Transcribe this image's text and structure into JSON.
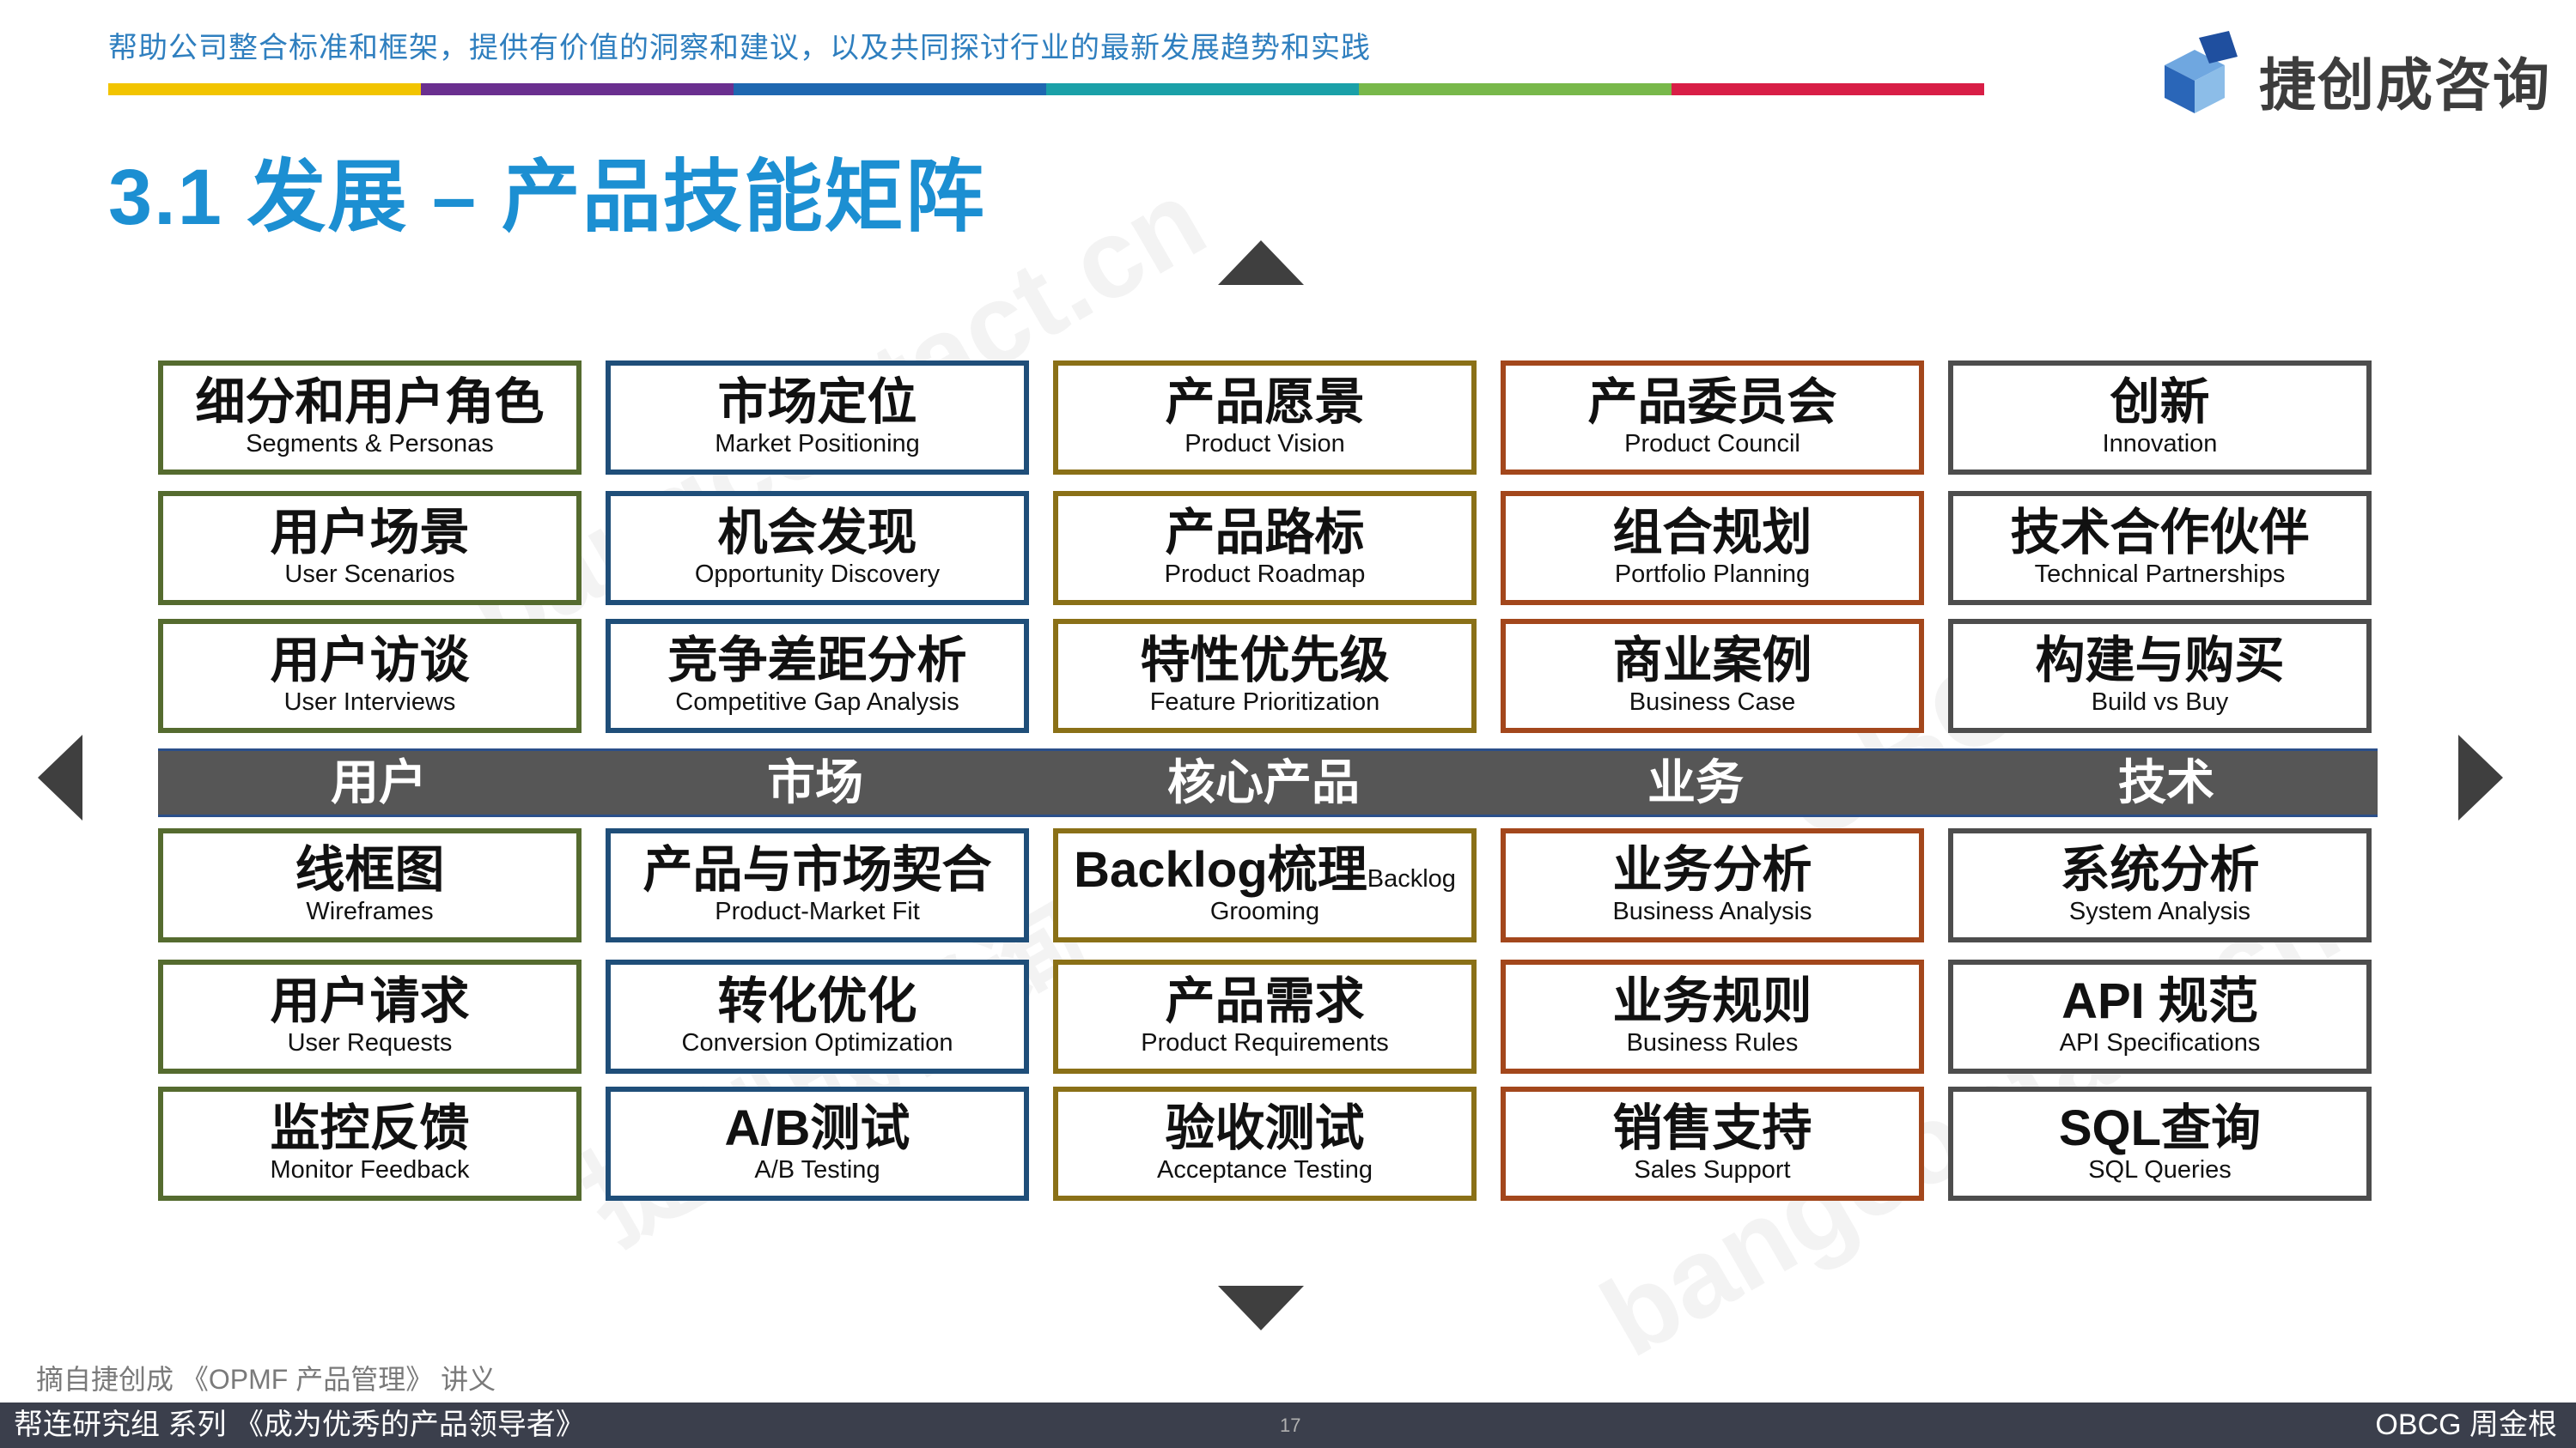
{
  "header": {
    "tagline": "帮助公司整合标准和框架，提供有价值的洞察和建议，以及共同探讨行业的最新发展趋势和实践",
    "color_bar": [
      "#f2c400",
      "#6a2f8f",
      "#1e67b0",
      "#1aa0a8",
      "#78b84a",
      "#d81e46"
    ],
    "logo_text": "捷创成咨询",
    "logo_icon": "blue-cube-logo",
    "title": "3.1 发展 – 产品技能矩阵"
  },
  "watermarks": [
    "bangcontact.cn",
    "捷创成咨询",
    "OBCG",
    "bangcontact.cn"
  ],
  "axis": {
    "labels": [
      "用户",
      "市场",
      "核心产品",
      "业务",
      "技术"
    ]
  },
  "column_colors": [
    "#556b2f",
    "#1f4e79",
    "#8a7017",
    "#a3471c",
    "#4d4d4d"
  ],
  "columns": [
    {
      "name": "用户",
      "upper": [
        {
          "cn": "细分和用户角色",
          "en": "Segments & Personas"
        },
        {
          "cn": "用户场景",
          "en": "User Scenarios"
        },
        {
          "cn": "用户访谈",
          "en": "User Interviews"
        }
      ],
      "lower": [
        {
          "cn": "线框图",
          "en": "Wireframes"
        },
        {
          "cn": "用户请求",
          "en": "User Requests"
        },
        {
          "cn": "监控反馈",
          "en": "Monitor Feedback"
        }
      ]
    },
    {
      "name": "市场",
      "upper": [
        {
          "cn": "市场定位",
          "en": "Market Positioning"
        },
        {
          "cn": "机会发现",
          "en": "Opportunity Discovery"
        },
        {
          "cn": "竞争差距分析",
          "en": "Competitive Gap Analysis"
        }
      ],
      "lower": [
        {
          "cn": "产品与市场契合",
          "en": "Product-Market Fit"
        },
        {
          "cn": "转化优化",
          "en": "Conversion Optimization"
        },
        {
          "cn": "A/B测试",
          "en": "A/B Testing"
        }
      ]
    },
    {
      "name": "核心产品",
      "upper": [
        {
          "cn": "产品愿景",
          "en": "Product Vision"
        },
        {
          "cn": "产品路标",
          "en": "Product Roadmap"
        },
        {
          "cn": "特性优先级",
          "en": "Feature Prioritization"
        }
      ],
      "lower": [
        {
          "cn": "Backlog梳理",
          "cn_small": "Backlog",
          "en": "Grooming"
        },
        {
          "cn": "产品需求",
          "en": "Product Requirements"
        },
        {
          "cn": "验收测试",
          "en": "Acceptance Testing"
        }
      ]
    },
    {
      "name": "业务",
      "upper": [
        {
          "cn": "产品委员会",
          "en": "Product Council"
        },
        {
          "cn": "组合规划",
          "en": "Portfolio Planning"
        },
        {
          "cn": "商业案例",
          "en": "Business Case"
        }
      ],
      "lower": [
        {
          "cn": "业务分析",
          "en": "Business Analysis"
        },
        {
          "cn": "业务规则",
          "en": "Business Rules"
        },
        {
          "cn": "销售支持",
          "en": "Sales Support"
        }
      ]
    },
    {
      "name": "技术",
      "upper": [
        {
          "cn": "创新",
          "en": "Innovation"
        },
        {
          "cn": "技术合作伙伴",
          "en": "Technical Partnerships"
        },
        {
          "cn": "构建与购买",
          "en": "Build vs Buy"
        }
      ],
      "lower": [
        {
          "cn": "系统分析",
          "en": "System Analysis"
        },
        {
          "cn": "API 规范",
          "en": "API Specifications"
        },
        {
          "cn": "SQL查询",
          "en": "SQL Queries"
        }
      ]
    }
  ],
  "arrows": [
    "up-arrow-icon",
    "down-arrow-icon",
    "left-arrow-icon",
    "right-arrow-icon"
  ],
  "source": "摘自捷创成 《OPMF 产品管理》 讲义",
  "footer": {
    "left": "帮连研究组 系列 《成为优秀的产品领导者》",
    "page": "17",
    "right": "OBCG 周金根"
  }
}
